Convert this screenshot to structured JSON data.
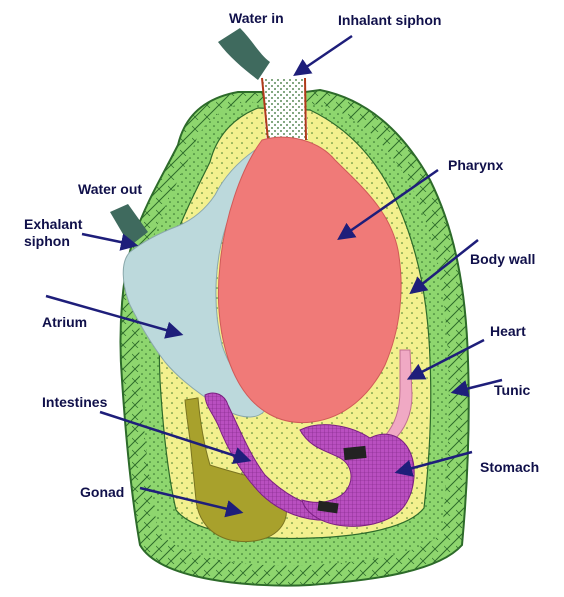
{
  "labels": {
    "water_in": "Water in",
    "inhalant_siphon": "Inhalant siphon",
    "pharynx": "Pharynx",
    "water_out": "Water out",
    "exhalant_siphon_line1": "Exhalant",
    "exhalant_siphon_line2": "siphon",
    "body_wall": "Body wall",
    "atrium": "Atrium",
    "heart": "Heart",
    "tunic": "Tunic",
    "intestines": "Intestines",
    "stomach": "Stomach",
    "gonad": "Gonad"
  },
  "colors": {
    "tunic": "#8ed66e",
    "body_wall": "#f3f08e",
    "pharynx": "#f07a78",
    "atrium": "#bcd9dc",
    "intestines": "#b94fc0",
    "stomach": "#b94fc0",
    "gonad": "#a8a12c",
    "heart": "#f0a9c4",
    "siphon_tube": "#3f6a5e",
    "arrow": "#1e1e7a",
    "label_text": "#10104a"
  }
}
